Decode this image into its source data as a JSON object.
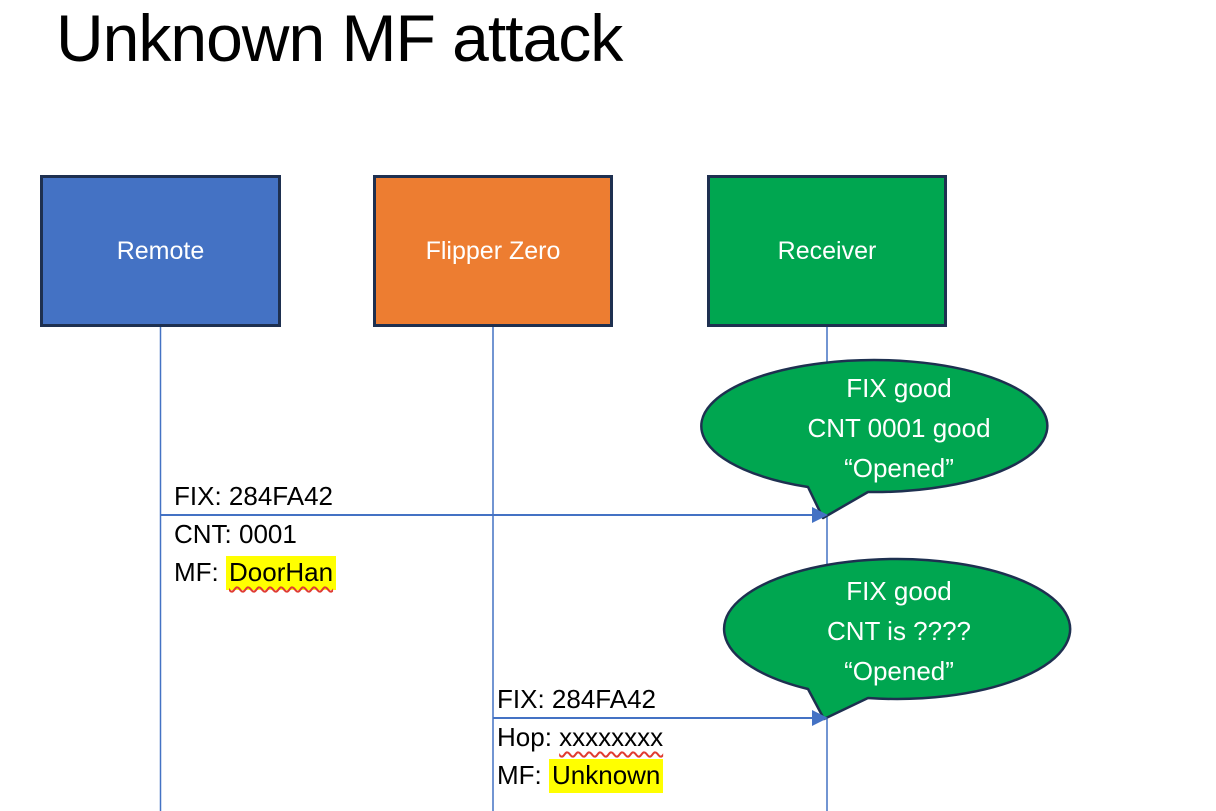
{
  "slide_title": "Unknown MF attack",
  "actors": [
    {
      "label": "Remote",
      "fill": "#4472C4"
    },
    {
      "label": "Flipper Zero",
      "fill": "#ED7D31"
    },
    {
      "label": "Receiver",
      "fill": "#00A650"
    }
  ],
  "messages": [
    {
      "from": "Remote",
      "to": "Receiver",
      "line1": "FIX: 284FA42",
      "line2": "CNT: 0001",
      "line3_prefix": "MF: ",
      "line3_value": "DoorHan",
      "line3_style": "yellow-highlight + red-squiggle"
    },
    {
      "from": "Flipper Zero",
      "to": "Receiver",
      "line1": "FIX: 284FA42",
      "line2_prefix": "Hop: ",
      "line2_value": "xxxxxxxx",
      "line2_style": "red-squiggle",
      "line3_prefix": "MF: ",
      "line3_value": "Unknown",
      "line3_style": "yellow-highlight"
    }
  ],
  "callouts": [
    {
      "speaker": "Receiver",
      "line1": "FIX good",
      "line2": "CNT 0001 good",
      "line3": "“Opened”"
    },
    {
      "speaker": "Receiver",
      "line1": "FIX good",
      "line2": "CNT is ????",
      "line3": "“Opened”"
    }
  ],
  "colors": {
    "actor_blue": "#4472C4",
    "actor_orange": "#ED7D31",
    "actor_green": "#00A650",
    "shape_border": "#1E3050",
    "connector_blue": "#4472C4",
    "callout_fill": "#00A650",
    "callout_border": "#1E3050",
    "highlight_yellow": "#FFFF00",
    "squiggle_red": "#E03C31",
    "text_black": "#000000",
    "text_white": "#FFFFFF"
  }
}
